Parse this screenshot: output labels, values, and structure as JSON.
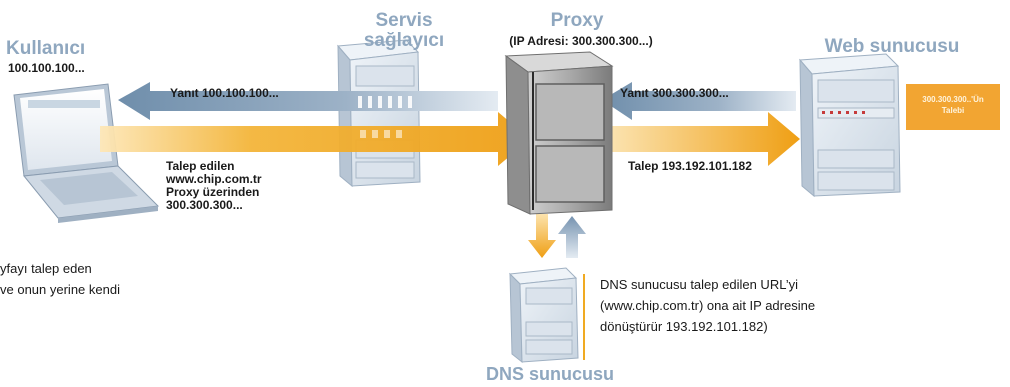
{
  "nodes": {
    "user": {
      "title": "Kullanıcı",
      "subtitle": "100.100.100..."
    },
    "provider": {
      "title_line1": "Servis",
      "title_line2": "sağlayıcı"
    },
    "proxy": {
      "title": "Proxy",
      "subtitle": "(IP Adresi: 300.300.300...)"
    },
    "web": {
      "title": "Web sunucusu",
      "sticker_line1": "300.300.300..'Ün",
      "sticker_line2": "Talebi"
    },
    "dns": {
      "title": "DNS sunucusu"
    }
  },
  "arrows": {
    "reply_to_user": "Yanıt 100.100.100...",
    "reply_to_proxy": "Yanıt 300.300.300...",
    "request_to_web": "Talep 193.192.101.182",
    "request_from_user": {
      "line1": "Talep edilen",
      "line2": "www.chip.com.tr",
      "line3": "Proxy üzerinden",
      "line4": "300.300.300..."
    }
  },
  "dns_note": {
    "line1": "DNS sunucusu talep edilen URL’yi",
    "line2": "(www.chip.com.tr) ona ait IP adresine",
    "line3": "dönüştürür 193.192.101.182)"
  },
  "left_note": {
    "line1": "yfayı talep eden",
    "line2": "ve onun yerine kendi"
  },
  "colors": {
    "blue_arrow": "#7f9bb6",
    "orange_arrow": "#f0aa22",
    "title": "#8fa7bf",
    "server_body": "#dde5ee"
  }
}
